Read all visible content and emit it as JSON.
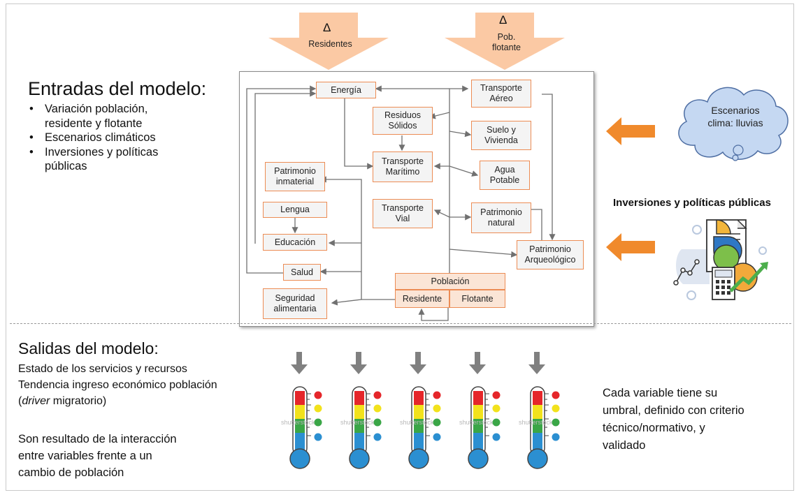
{
  "inputs": {
    "title": "Entradas del modelo:",
    "bullets": [
      "Variación población,\nresidente y flotante",
      "Escenarios climáticos",
      "Inversiones y políticas\npúblicas"
    ]
  },
  "top_arrows": [
    {
      "delta": "Δ",
      "label": "Residentes"
    },
    {
      "delta": "Δ",
      "label": "Pob.\nflotante"
    }
  ],
  "model_boxes": {
    "energia": "Energía",
    "transporte_aereo": "Transporte\nAéreo",
    "residuos": "Residuos\nSólidos",
    "suelo": "Suelo y\nVivienda",
    "transporte_maritimo": "Transporte\nMarítimo",
    "agua": "Agua\nPotable",
    "patrimonio_inmaterial": "Patrimonio\ninmaterial",
    "lengua": "Lengua",
    "transporte_vial": "Transporte\nVial",
    "patrimonio_natural": "Patrimonio\nnatural",
    "educacion": "Educación",
    "patrimonio_arqueologico": "Patrimonio\nArqueológico",
    "salud": "Salud",
    "poblacion": "Población",
    "residente": "Residente",
    "flotante": "Flotante",
    "seguridad": "Seguridad\nalimentaria"
  },
  "climate": {
    "label": "Escenarios\nclima: lluvias"
  },
  "investments": {
    "title": "Inversiones y políticas públicas"
  },
  "outputs": {
    "title": "Salidas del modelo:",
    "lines": [
      "Estado de los servicios y recursos",
      "Tendencia ingreso económico población",
      "(",
      "driver",
      " migratorio)"
    ],
    "result": "Son resultado de la interacción\nentre variables frente a un\ncambio de población",
    "thermometer_count": 5,
    "watermark": "shutterstock"
  },
  "threshold_text": "Cada variable tiene su\numbral, definido con criterio\ntécnico/normativo, y\nvalidado",
  "colors": {
    "accent_orange": "#f08a2c",
    "box_border": "#ec8c54",
    "arrow_fill": "#fbc9a4",
    "cloud_fill": "#c5d8f2",
    "cloud_stroke": "#4e6ea3"
  }
}
